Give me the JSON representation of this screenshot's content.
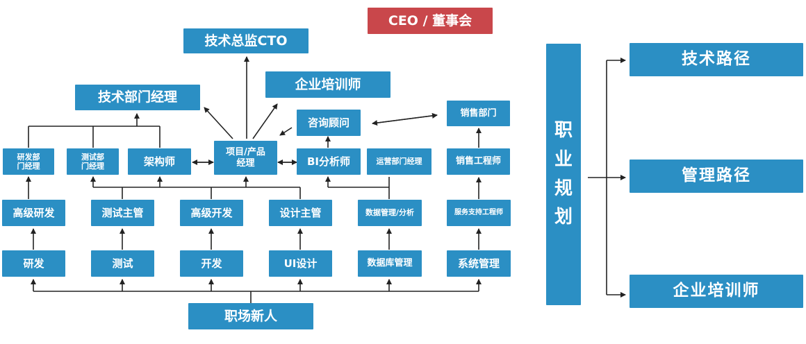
{
  "top": {
    "ceo": "CEO / 董事会",
    "cto": "技术总监CTO"
  },
  "middle": {
    "training": "企业培训师",
    "tech_manager": "技术部门经理",
    "consultant": "咨询顾问",
    "sales_dept": "销售部门",
    "rd_manager": "研发部\n门经理",
    "test_manager": "测试部\n门经理",
    "architect": "架构师",
    "project_manager": "项目/产品\n经理",
    "bi_analyst": "BI分析师",
    "ops_manager": "运营部门经理",
    "sales_engineer": "销售工程师"
  },
  "senior": {
    "senior_rd": "高级研发",
    "test_lead": "测试主管",
    "senior_dev": "高级开发",
    "design_lead": "设计主管",
    "data_analysis": "数据管理/分析",
    "service_engineer": "服务支持工程师"
  },
  "entry": {
    "rd": "研发",
    "test": "测试",
    "dev": "开发",
    "ui": "UI设计",
    "db": "数据库管理",
    "sysadmin": "系统管理"
  },
  "newcomer": "职场新人",
  "career": {
    "title": "职\n业\n规\n划",
    "paths": [
      "技术路径",
      "管理路径",
      "企业培训师"
    ]
  },
  "colors": {
    "box": "#2b8fc4",
    "ceo": "#c9474b",
    "line": "#222222"
  }
}
